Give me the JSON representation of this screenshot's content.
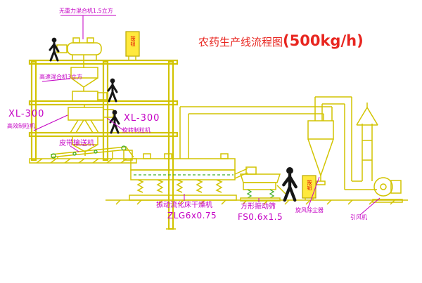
{
  "title": {
    "name": "农药生产线流程图",
    "capacity": "(500kg/h)"
  },
  "colors": {
    "line_yellow": "#d2c400",
    "label_magenta": "#c400c4",
    "title_red": "#e8251f",
    "accent_green": "#3fae29",
    "cabinet_fill": "#ffe93d",
    "cabinet_text_red": "#e10000",
    "figure_black": "#161616",
    "background": "#ffffff"
  },
  "labels": {
    "gravity_mixer": "无重力混合机1.5立方",
    "high_speed_mixer": "高速混合机3立方",
    "granulator_left": {
      "model": "XL-300",
      "name": "高效制粒机"
    },
    "granulator_mid": {
      "model": "XL-300",
      "name": "旋转制粒机"
    },
    "belt_conveyor": "皮带输送机",
    "dryer": {
      "name": "振动流化床干燥机",
      "model": "ZLG6x0.75"
    },
    "screen": {
      "name": "方形振动筛",
      "model": "FS0.6x1.5"
    },
    "cyclone": "旋风除尘器",
    "fan": "引风机",
    "cabinet_top": "按钮",
    "cabinet_bottom": "按钮"
  }
}
